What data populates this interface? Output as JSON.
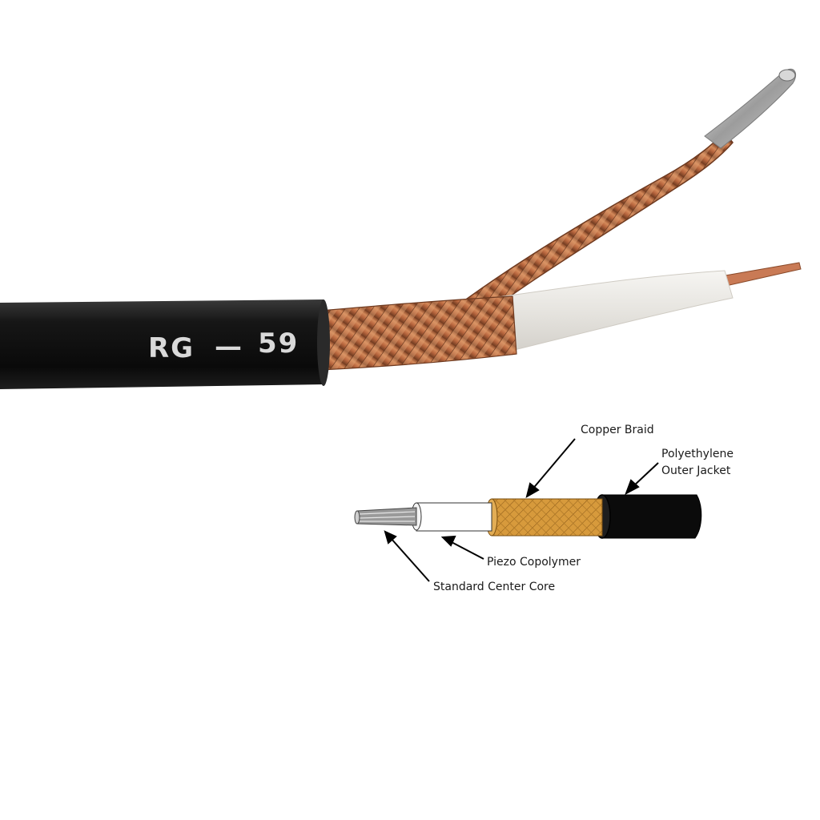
{
  "photo": {
    "cable_print": {
      "left": "RG",
      "dash": "—",
      "right": "59"
    }
  },
  "diagram": {
    "labels": {
      "copper_braid": "Copper Braid",
      "jacket_line1": "Polyethylene",
      "jacket_line2": "Outer Jacket",
      "piezo": "Piezo Copolymer",
      "core": "Standard Center Core"
    }
  },
  "colors": {
    "jacket": "#0b0b0b",
    "braid_copper": "#b8663e",
    "braid_gold": "#d79a3c",
    "dielectric": "#ecebe7",
    "core_wire": "#c97a55"
  }
}
